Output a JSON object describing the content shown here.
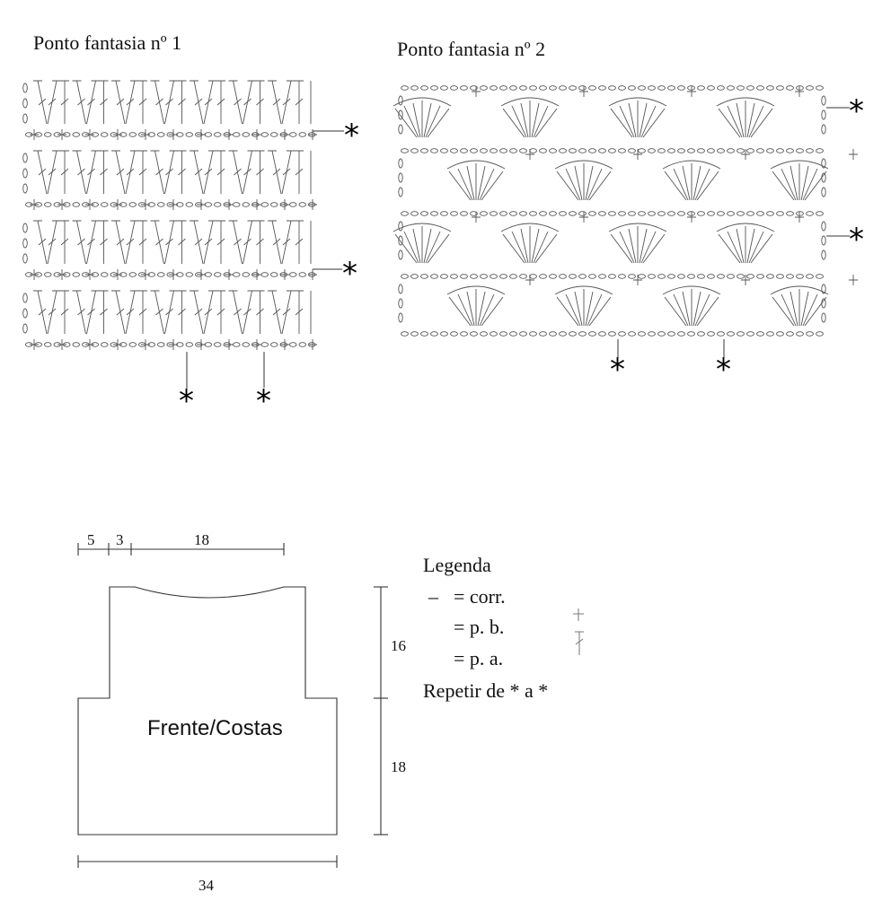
{
  "charts": {
    "chart1_title": "Ponto fantasia nº 1",
    "chart2_title": "Ponto fantasia nº 2",
    "repeat_marker": "*"
  },
  "schematic": {
    "piece_label": "Frente/Costas",
    "top_dims": [
      "5",
      "3",
      "18"
    ],
    "right_dims": [
      "16",
      "18"
    ],
    "bottom_dim": "34"
  },
  "legend": {
    "title": "Legenda",
    "items": [
      {
        "symbol": "–",
        "text": "= corr.",
        "icon": "chain-stitch-icon"
      },
      {
        "text": "= p. b.",
        "icon": "single-crochet-icon"
      },
      {
        "text": "= p. a.",
        "icon": "double-crochet-icon"
      }
    ],
    "repeat_text": "Repetir de * a *"
  }
}
